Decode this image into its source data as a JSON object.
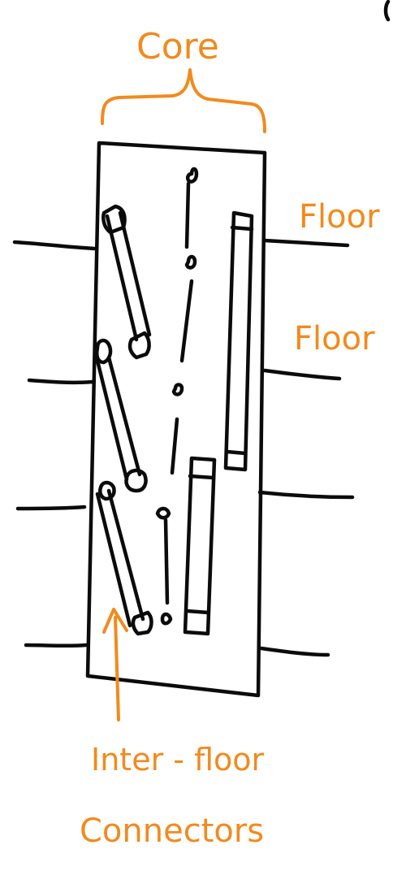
{
  "labels": {
    "core": "Core",
    "floor_upper": "Floor",
    "floor_lower": "Floor",
    "connectors_line1": "Inter - floor",
    "connectors_line2": "Connectors"
  },
  "colors": {
    "ink": "#0b0b0b",
    "annotation": "#f28a1e",
    "background": "#ffffff"
  }
}
